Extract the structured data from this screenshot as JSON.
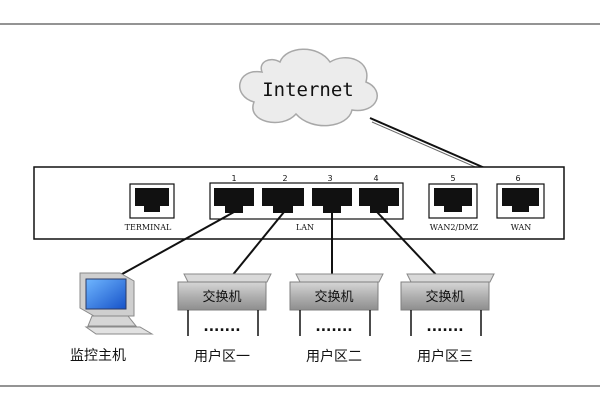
{
  "cloud": {
    "label": "Internet"
  },
  "router": {
    "ports": [
      {
        "number": "1"
      },
      {
        "number": "2"
      },
      {
        "number": "3"
      },
      {
        "number": "4"
      },
      {
        "number": "5"
      },
      {
        "number": "6"
      }
    ],
    "terminal_label": "TERMINAL",
    "lan_label": "LAN",
    "wan2_label": "WAN2/DMZ",
    "wan_label": "WAN"
  },
  "monitor_host": {
    "label": "监控主机"
  },
  "switches": [
    {
      "label": "交换机",
      "dots": ".......",
      "area": "用户区一"
    },
    {
      "label": "交换机",
      "dots": ".......",
      "area": "用户区二"
    },
    {
      "label": "交换机",
      "dots": ".......",
      "area": "用户区三"
    }
  ],
  "colors": {
    "cloud_fill": "#ececec",
    "cloud_stroke": "#a8a8a8",
    "frame_line": "#555555",
    "port_fill": "#111111",
    "switch_fill": "#b8b8b8",
    "monitor_screen": "#1f6fe0"
  }
}
